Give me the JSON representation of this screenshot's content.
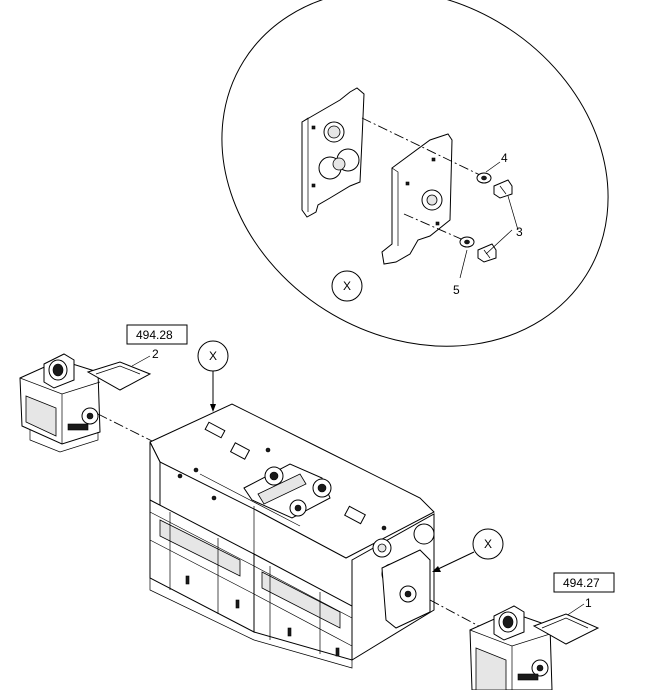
{
  "callouts": {
    "item_1": "1",
    "item_2": "2",
    "item_3": "3",
    "item_4": "4",
    "item_5": "5",
    "detail_marker_1": "X",
    "detail_marker_2": "X",
    "detail_marker_3": "X"
  },
  "references": {
    "ref_upper_left": "494.28",
    "ref_lower_right": "494.27"
  }
}
